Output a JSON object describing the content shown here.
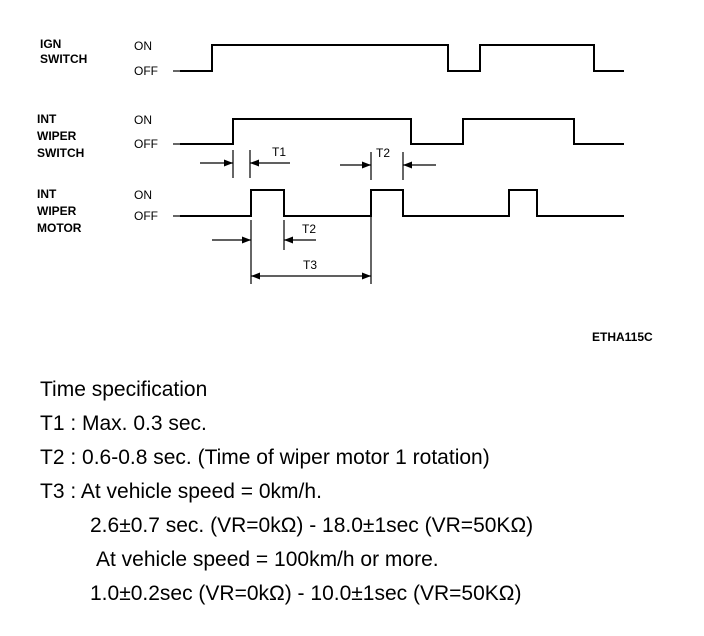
{
  "signals": [
    {
      "label_lines": [
        "IGN",
        "SWITCH"
      ],
      "on_label": "ON",
      "off_label": "OFF"
    },
    {
      "label_lines": [
        "INT",
        "WIPER",
        "SWITCH"
      ],
      "on_label": "ON",
      "off_label": "OFF"
    },
    {
      "label_lines": [
        "INT",
        "WIPER",
        "MOTOR"
      ],
      "on_label": "ON",
      "off_label": "OFF"
    }
  ],
  "intervals": {
    "t1": "T1",
    "t2": "T2",
    "t3": "T3"
  },
  "figure_code": "ETHA115C",
  "spec": {
    "title": "Time specification",
    "lines": [
      "T1 : Max.  0.3 sec.",
      "T2 : 0.6-0.8 sec. (Time of wiper motor 1 rotation)",
      "T3 : At vehicle speed = 0km/h.",
      "2.6±0.7 sec. (VR=0kΩ) - 18.0±1sec (VR=50KΩ)",
      "At vehicle speed = 100km/h or more.",
      "1.0±0.2sec (VR=0kΩ) - 10.0±1sec (VR=50KΩ)"
    ]
  }
}
